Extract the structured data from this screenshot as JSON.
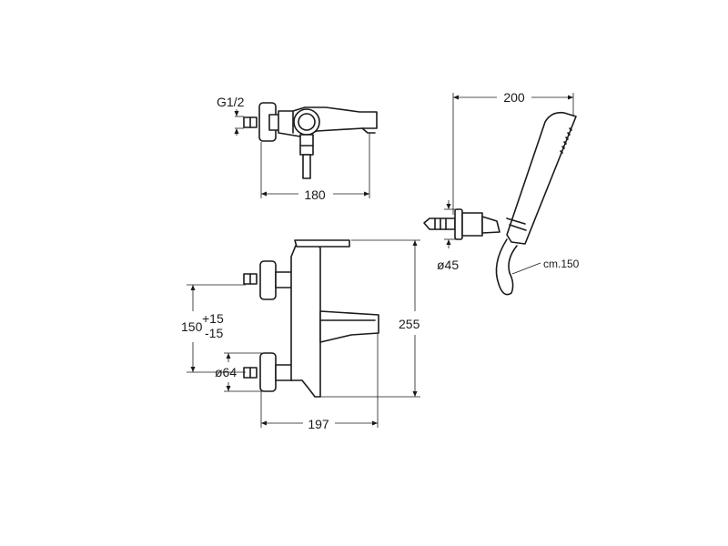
{
  "dimensions": {
    "thread": "G1/2",
    "top_width": "180",
    "front_width": "197",
    "height": "255",
    "center_distance": "150",
    "tol_plus": "+15",
    "tol_minus": "-15",
    "escutcheon_diameter": "ø64",
    "shower_length": "200",
    "holder_diameter": "ø45",
    "hose_length": "cm.150"
  }
}
